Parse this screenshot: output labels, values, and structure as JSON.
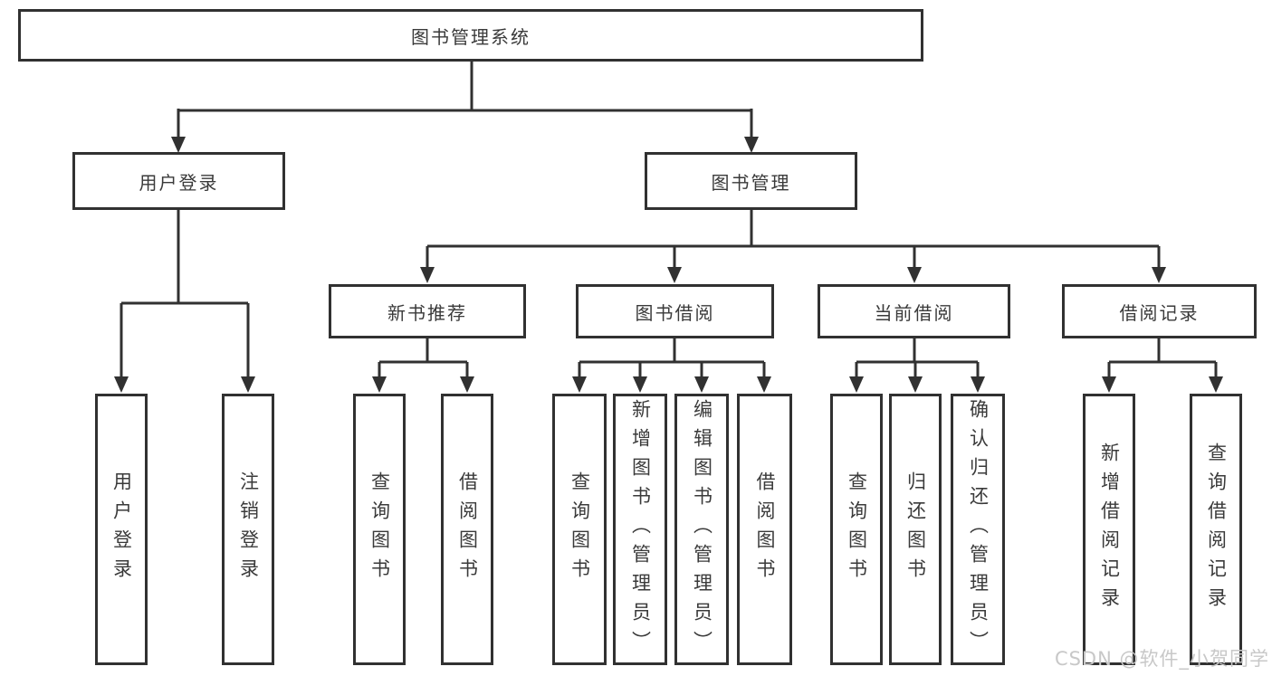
{
  "diagram_type": "hierarchy-tree",
  "colors": {
    "line": "#313131",
    "box_border": "#313131",
    "box_fill": "#ffffff",
    "text": "#3a3a3a",
    "watermark": "#c8c8c8",
    "background": "#ffffff"
  },
  "tree": {
    "label": "图书管理系统",
    "children": [
      {
        "label": "用户登录",
        "children": [
          {
            "label": "用户登录"
          },
          {
            "label": "注销登录"
          }
        ]
      },
      {
        "label": "图书管理",
        "children": [
          {
            "label": "新书推荐",
            "children": [
              {
                "label": "查询图书"
              },
              {
                "label": "借阅图书"
              }
            ]
          },
          {
            "label": "图书借阅",
            "children": [
              {
                "label": "查询图书"
              },
              {
                "label": "新增图书（管理员）"
              },
              {
                "label": "编辑图书（管理员）"
              },
              {
                "label": "借阅图书"
              }
            ]
          },
          {
            "label": "当前借阅",
            "children": [
              {
                "label": "查询图书"
              },
              {
                "label": "归还图书"
              },
              {
                "label": "确认归还（管理员）"
              }
            ]
          },
          {
            "label": "借阅记录",
            "children": [
              {
                "label": "新增借阅记录"
              },
              {
                "label": "查询借阅记录"
              }
            ]
          }
        ]
      }
    ]
  },
  "watermark": "CSDN @软件_小贺同学"
}
